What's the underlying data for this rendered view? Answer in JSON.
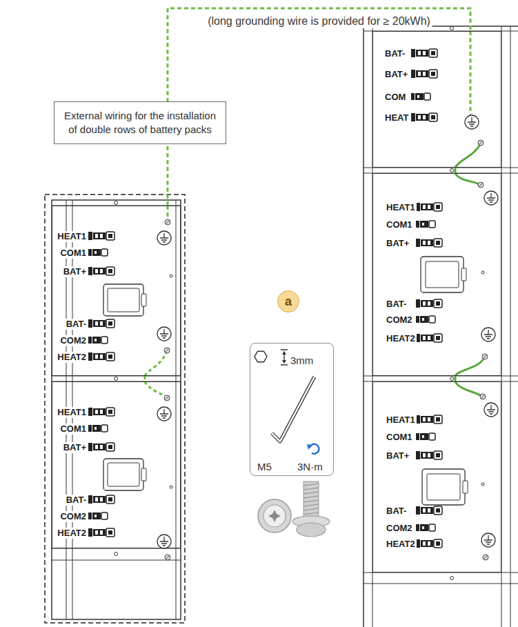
{
  "diagram": {
    "nodes": [
      {
        "text": [
          "External wiring for the installation of double rows of battery packs"
        ]
      },
      {
        "text": [
          "HEAT1",
          "COM1",
          "BAT+",
          "BAT-",
          "COM2",
          "HEAT2"
        ]
      },
      {
        "text": [
          "HEAT1",
          "COM1",
          "BAT+",
          "BAT-",
          "COM2",
          "HEAT2"
        ]
      },
      {
        "text": [
          "a"
        ]
      },
      {
        "text": [
          "3mm",
          "M5",
          "3N·m"
        ]
      },
      {
        "text": [
          "BAT-",
          "BAT+",
          "COM",
          "HEAT"
        ]
      },
      {
        "text": [
          "HEAT1",
          "COM1",
          "BAT+",
          "BAT-",
          "COM2",
          "HEAT2"
        ]
      },
      {
        "text": [
          "HEAT1",
          "COM1",
          "BAT+",
          "BAT-",
          "COM2",
          "HEAT2"
        ]
      }
    ],
    "edges": [
      {
        "from": 1,
        "to": 5,
        "arrow": "none",
        "label": "(long grounding wire is provided for ≥ 20kWh)"
      },
      {
        "from": 1,
        "to": 2,
        "arrow": "none"
      },
      {
        "from": 5,
        "to": 6,
        "arrow": "none"
      },
      {
        "from": 6,
        "to": 7,
        "arrow": "none"
      }
    ]
  }
}
